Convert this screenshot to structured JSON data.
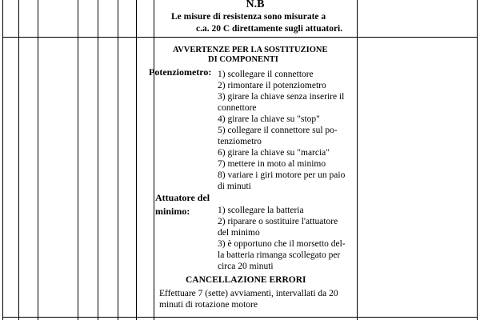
{
  "nb": {
    "title": "N.B",
    "line1": "Le misure di resistenza sono misurate a",
    "line2": "c.a. 20 C direttamente sugli attuatori."
  },
  "avvertenze": {
    "title_line1": "AVVERTENZE PER LA SOSTITUZIONE",
    "title_line2": "DI COMPONENTI"
  },
  "potenziometro": {
    "label": "Potenziometro:",
    "lines": [
      "1) scollegare il connettore",
      "2) rimontare il potenziometro",
      "3) girare la chiave senza inserire il",
      "connettore",
      "4) girare la chiave su \"stop\"",
      "5) collegare il connettore sul po-",
      "tenziometro",
      "6) girare la chiave su \"marcia\"",
      "7) mettere in moto al minimo",
      "8) variare i giri motore per un paio",
      "di minuti"
    ]
  },
  "attuatore": {
    "label_line1": "Attuatore del",
    "label_line2": "minimo:",
    "lines": [
      "1) scollegare la batteria",
      "2) riparare o sostituire l'attuatore",
      "del minimo",
      "3) è opportuno che il morsetto del-",
      "la batteria rimanga scollegato per",
      "circa 20 minuti"
    ]
  },
  "cancellazione": {
    "title": "CANCELLAZIONE ERRORI",
    "line1": "Effettuare 7 (sette) avviamenti, intervallati da 20",
    "line2": "minuti di rotazione motore"
  }
}
